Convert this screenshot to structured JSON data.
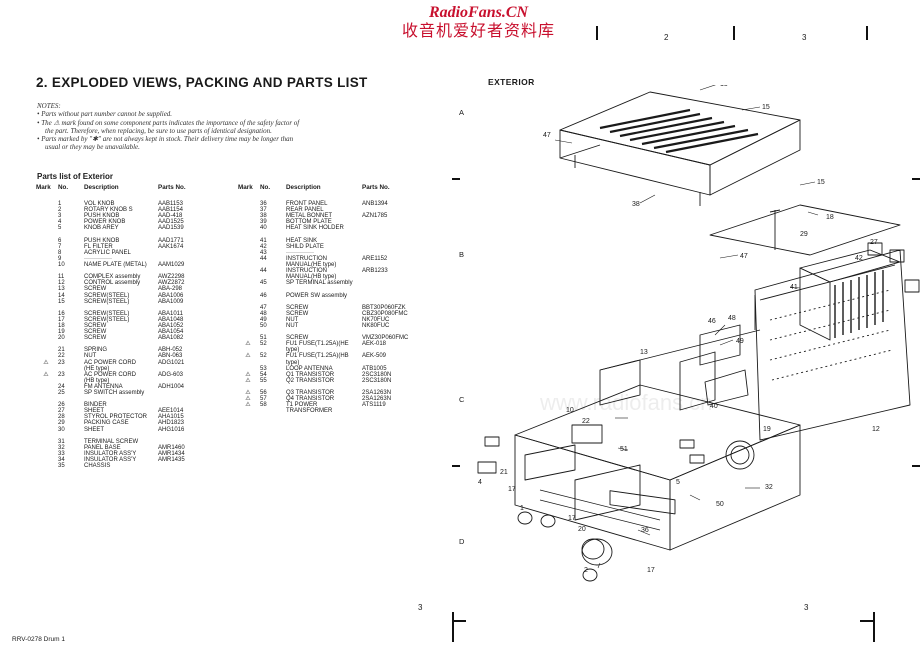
{
  "watermark": {
    "site": "RadioFans.CN",
    "tagline": "收音机爱好者资料库",
    "faint": "www.radiofans.cn"
  },
  "header": {
    "col_labels": [
      "2",
      "3"
    ]
  },
  "section": {
    "title": "2. EXPLODED VIEWS, PACKING AND PARTS LIST"
  },
  "notes": {
    "heading": "NOTES:",
    "items": [
      "• Parts without part number cannot be supplied.",
      "• The ⚠ mark found on some component parts indicates the importance of the safety factor of the part. Therefore, when replacing, be sure to use parts of identical designation.",
      "• Parts marked by \"✱\" are not always kept in stock. Their delivery time may be longer than usual or they may be unavailable."
    ]
  },
  "parts_list": {
    "title": "Parts list of Exterior",
    "headers": {
      "mark": "Mark",
      "no": "No.",
      "desc": "Description",
      "pn": "Parts No."
    },
    "left": [
      {
        "mark": "",
        "no": "1",
        "desc": "VOL KNOB",
        "pn": "AAB1153"
      },
      {
        "mark": "",
        "no": "2",
        "desc": "ROTARY KNOB S",
        "pn": "AAB1154"
      },
      {
        "mark": "",
        "no": "3",
        "desc": "PUSH KNOB",
        "pn": "AAD-418"
      },
      {
        "mark": "",
        "no": "4",
        "desc": "POWER KNOB",
        "pn": "AAD1525"
      },
      {
        "mark": "",
        "no": "5",
        "desc": "KNOB AREY",
        "pn": "AAD1539"
      },
      {
        "gap": true
      },
      {
        "mark": "",
        "no": "6",
        "desc": "PUSH KNOB",
        "pn": "AAD1771"
      },
      {
        "mark": "",
        "no": "7",
        "desc": "FL FILTER",
        "pn": "AAK1674"
      },
      {
        "mark": "",
        "no": "8",
        "desc": "ACRYLIC PANEL",
        "pn": ""
      },
      {
        "mark": "",
        "no": "9",
        "desc": "··············",
        "pn": ""
      },
      {
        "mark": "",
        "no": "10",
        "desc": "NAME PLATE (METAL)",
        "pn": "AAM1029"
      },
      {
        "gap": true
      },
      {
        "mark": "",
        "no": "11",
        "desc": "COMPLEX assembly",
        "pn": "AWZ2298"
      },
      {
        "mark": "",
        "no": "12",
        "desc": "CONTROL assembly",
        "pn": "AWZ2872"
      },
      {
        "mark": "",
        "no": "13",
        "desc": "SCREW",
        "pn": "ABA-298"
      },
      {
        "mark": "",
        "no": "14",
        "desc": "SCREW(STEEL)",
        "pn": "ABA1006"
      },
      {
        "mark": "",
        "no": "15",
        "desc": "SCREW(STEEL)",
        "pn": "ABA1009"
      },
      {
        "gap": true
      },
      {
        "mark": "",
        "no": "16",
        "desc": "SCREW(STEEL)",
        "pn": "ABA1011"
      },
      {
        "mark": "",
        "no": "17",
        "desc": "SCREW(STEEL)",
        "pn": "ABA1048"
      },
      {
        "mark": "",
        "no": "18",
        "desc": "SCREW",
        "pn": "ABA1052"
      },
      {
        "mark": "",
        "no": "19",
        "desc": "SCREW",
        "pn": "ABA1054"
      },
      {
        "mark": "",
        "no": "20",
        "desc": "SCREW",
        "pn": "ABA1082"
      },
      {
        "gap": true
      },
      {
        "mark": "",
        "no": "21",
        "desc": "SPRING",
        "pn": "ABH-052"
      },
      {
        "mark": "",
        "no": "22",
        "desc": "NUT",
        "pn": "ABN-063"
      },
      {
        "mark": "⚠",
        "no": "23",
        "desc": "AC POWER CORD",
        "pn": "ADG1021"
      },
      {
        "mark": "",
        "no": "",
        "desc": "(HE type)",
        "pn": ""
      },
      {
        "mark": "⚠",
        "no": "23",
        "desc": "AC POWER CORD",
        "pn": "ADG-603"
      },
      {
        "mark": "",
        "no": "",
        "desc": "(HB type)",
        "pn": ""
      },
      {
        "mark": "",
        "no": "24",
        "desc": "FM ANTENNA",
        "pn": "ADH1004"
      },
      {
        "mark": "",
        "no": "25",
        "desc": "SP SWITCH assembly",
        "pn": ""
      },
      {
        "gap": true
      },
      {
        "mark": "",
        "no": "26",
        "desc": "BINDER",
        "pn": ""
      },
      {
        "mark": "",
        "no": "27",
        "desc": "SHEET",
        "pn": "AEE1014"
      },
      {
        "mark": "",
        "no": "28",
        "desc": "STYROL PROTECTOR",
        "pn": "AHA1015"
      },
      {
        "mark": "",
        "no": "29",
        "desc": "PACKING CASE",
        "pn": "AHD1823"
      },
      {
        "mark": "",
        "no": "30",
        "desc": "SHEET",
        "pn": "AHG1016"
      },
      {
        "gap": true
      },
      {
        "mark": "",
        "no": "31",
        "desc": "TERMINAL SCREW",
        "pn": ""
      },
      {
        "mark": "",
        "no": "32",
        "desc": "PANEL BASE",
        "pn": "AMR1460"
      },
      {
        "mark": "",
        "no": "33",
        "desc": "INSULATOR ASS'Y",
        "pn": "AMR1434"
      },
      {
        "mark": "",
        "no": "34",
        "desc": "INSULATOR ASS'Y",
        "pn": "AMR1435"
      },
      {
        "mark": "",
        "no": "35",
        "desc": "CHASSIS",
        "pn": ""
      }
    ],
    "right": [
      {
        "mark": "",
        "no": "36",
        "desc": "FRONT PANEL",
        "pn": "ANB1394"
      },
      {
        "mark": "",
        "no": "37",
        "desc": "REAR PANEL",
        "pn": ""
      },
      {
        "mark": "",
        "no": "38",
        "desc": "METAL BONNET",
        "pn": "AZN1785"
      },
      {
        "mark": "",
        "no": "39",
        "desc": "BOTTOM PLATE",
        "pn": ""
      },
      {
        "mark": "",
        "no": "40",
        "desc": "HEAT SINK HOLDER",
        "pn": ""
      },
      {
        "gap": true
      },
      {
        "mark": "",
        "no": "41",
        "desc": "HEAT SINK",
        "pn": ""
      },
      {
        "mark": "",
        "no": "42",
        "desc": "SHILD PLATE",
        "pn": ""
      },
      {
        "mark": "",
        "no": "43",
        "desc": "··············",
        "pn": ""
      },
      {
        "mark": "",
        "no": "44",
        "desc": "INSTRUCTION",
        "pn": "ARE1152"
      },
      {
        "mark": "",
        "no": "",
        "desc": "MANUAL(HE type)",
        "pn": ""
      },
      {
        "mark": "",
        "no": "44",
        "desc": "INSTRUCTION",
        "pn": "ARB1233"
      },
      {
        "mark": "",
        "no": "",
        "desc": "MANUAL(HB type)",
        "pn": ""
      },
      {
        "mark": "",
        "no": "45",
        "desc": "SP TERMINAL assembly",
        "pn": ""
      },
      {
        "gap": true
      },
      {
        "mark": "",
        "no": "46",
        "desc": "POWER SW assembly",
        "pn": ""
      },
      {
        "gap": true
      },
      {
        "mark": "",
        "no": "47",
        "desc": "SCREW",
        "pn": "BBT30P060FZK"
      },
      {
        "mark": "",
        "no": "48",
        "desc": "SCREW",
        "pn": "CBZ30P080FMC"
      },
      {
        "mark": "",
        "no": "49",
        "desc": "NUT",
        "pn": "NK70FUC"
      },
      {
        "mark": "",
        "no": "50",
        "desc": "NUT",
        "pn": "NK80FUC"
      },
      {
        "gap": true
      },
      {
        "mark": "",
        "no": "51",
        "desc": "SCREW",
        "pn": "VMZ30P060FMC"
      },
      {
        "mark": "⚠",
        "no": "52",
        "desc": "FU1 FUSE(T1.25A)(HE",
        "pn": "AEK-018"
      },
      {
        "mark": "",
        "no": "",
        "desc": "type)",
        "pn": ""
      },
      {
        "mark": "⚠",
        "no": "52",
        "desc": "FU1 FUSE(T1.25A)(HB",
        "pn": "AEK-509"
      },
      {
        "mark": "",
        "no": "",
        "desc": "type)",
        "pn": ""
      },
      {
        "mark": "",
        "no": "53",
        "desc": "LOOP ANTENNA",
        "pn": "ATB1005"
      },
      {
        "mark": "⚠",
        "no": "54",
        "desc": "Q1 TRANSISTOR",
        "pn": "2SC3180N"
      },
      {
        "mark": "⚠",
        "no": "55",
        "desc": "Q2 TRANSISTOR",
        "pn": "2SC3180N"
      },
      {
        "gap": true
      },
      {
        "mark": "⚠",
        "no": "56",
        "desc": "Q3 TRANSISTOR",
        "pn": "2SA1263N"
      },
      {
        "mark": "⚠",
        "no": "57",
        "desc": "Q4 TRANSISTOR",
        "pn": "2SA1263N"
      },
      {
        "mark": "⚠",
        "no": "58",
        "desc": "T1 POWER",
        "pn": "ATS1119"
      },
      {
        "mark": "",
        "no": "",
        "desc": "TRANSFORMER",
        "pn": ""
      }
    ]
  },
  "diagram": {
    "title": "EXTERIOR",
    "row_labels": [
      "A",
      "B",
      "C",
      "D"
    ],
    "callouts": [
      "15",
      "15",
      "47",
      "15",
      "38",
      "18",
      "29",
      "47",
      "27",
      "41",
      "48",
      "46",
      "49",
      "42",
      "13",
      "22",
      "51",
      "10",
      "19",
      "4",
      "21",
      "17",
      "1",
      "17",
      "20",
      "5",
      "32",
      "40",
      "50",
      "36",
      "2",
      "17",
      "12"
    ]
  },
  "footer": {
    "doc_code": "RRV-0278 Drum 1",
    "page_left": "3",
    "page_right": "3"
  }
}
